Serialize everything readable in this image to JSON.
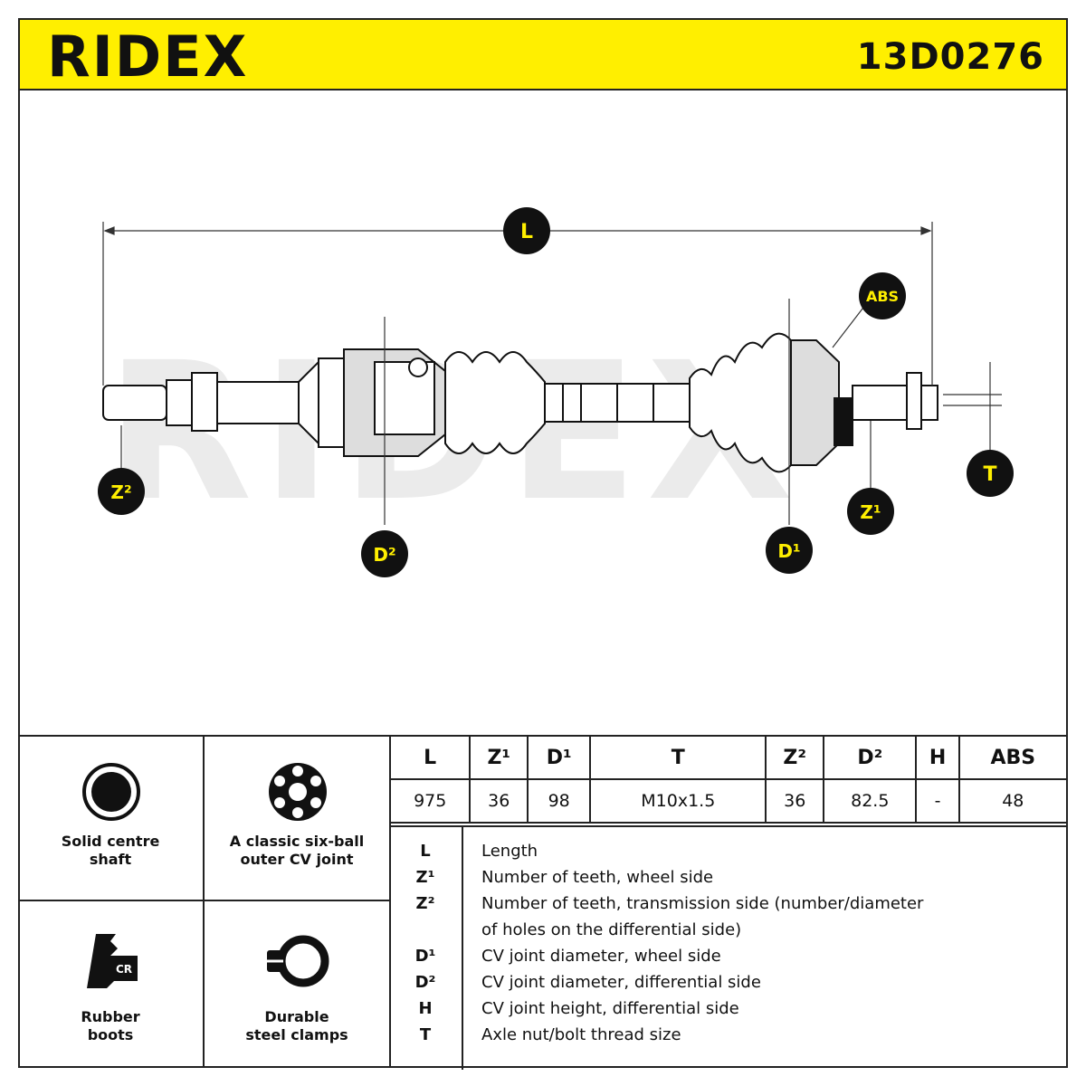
{
  "header": {
    "brand": "RIDEX",
    "part_number": "13D0276"
  },
  "diagram": {
    "callouts": {
      "L": "L",
      "ABS": "ABS",
      "T": "T",
      "Z1": "Z¹",
      "Z2": "Z²",
      "D1": "D¹",
      "D2": "D²"
    },
    "watermark": "RIDEX"
  },
  "features": [
    {
      "label_line1": "Solid centre",
      "label_line2": "shaft",
      "icon": "solid-shaft-icon"
    },
    {
      "label_line1": "A classic six-ball",
      "label_line2": "outer CV joint",
      "icon": "six-ball-joint-icon"
    },
    {
      "label_line1": "Rubber",
      "label_line2": "boots",
      "icon": "rubber-boot-icon",
      "badge": "CR"
    },
    {
      "label_line1": "Durable",
      "label_line2": "steel clamps",
      "icon": "steel-clamp-icon"
    }
  ],
  "specs": {
    "headers": [
      "L",
      "Z¹",
      "D¹",
      "T",
      "Z²",
      "D²",
      "H",
      "ABS"
    ],
    "values": [
      "975",
      "36",
      "98",
      "M10x1.5",
      "36",
      "82.5",
      "-",
      "48"
    ]
  },
  "legend": [
    {
      "key": "L",
      "desc": "Length"
    },
    {
      "key": "Z¹",
      "desc": "Number of teeth, wheel side"
    },
    {
      "key": "Z²",
      "desc": "Number of teeth, transmission side (number/diameter"
    },
    {
      "key": "",
      "desc": "of holes on the differential side)"
    },
    {
      "key": "D¹",
      "desc": "CV joint diameter, wheel side"
    },
    {
      "key": "D²",
      "desc": "CV joint diameter, differential side"
    },
    {
      "key": "H",
      "desc": "CV joint height, differential side"
    },
    {
      "key": "T",
      "desc": "Axle nut/bolt thread size"
    }
  ],
  "colors": {
    "accent": "#ffef00",
    "ink": "#111111",
    "watermark": "#e6e6e6"
  }
}
